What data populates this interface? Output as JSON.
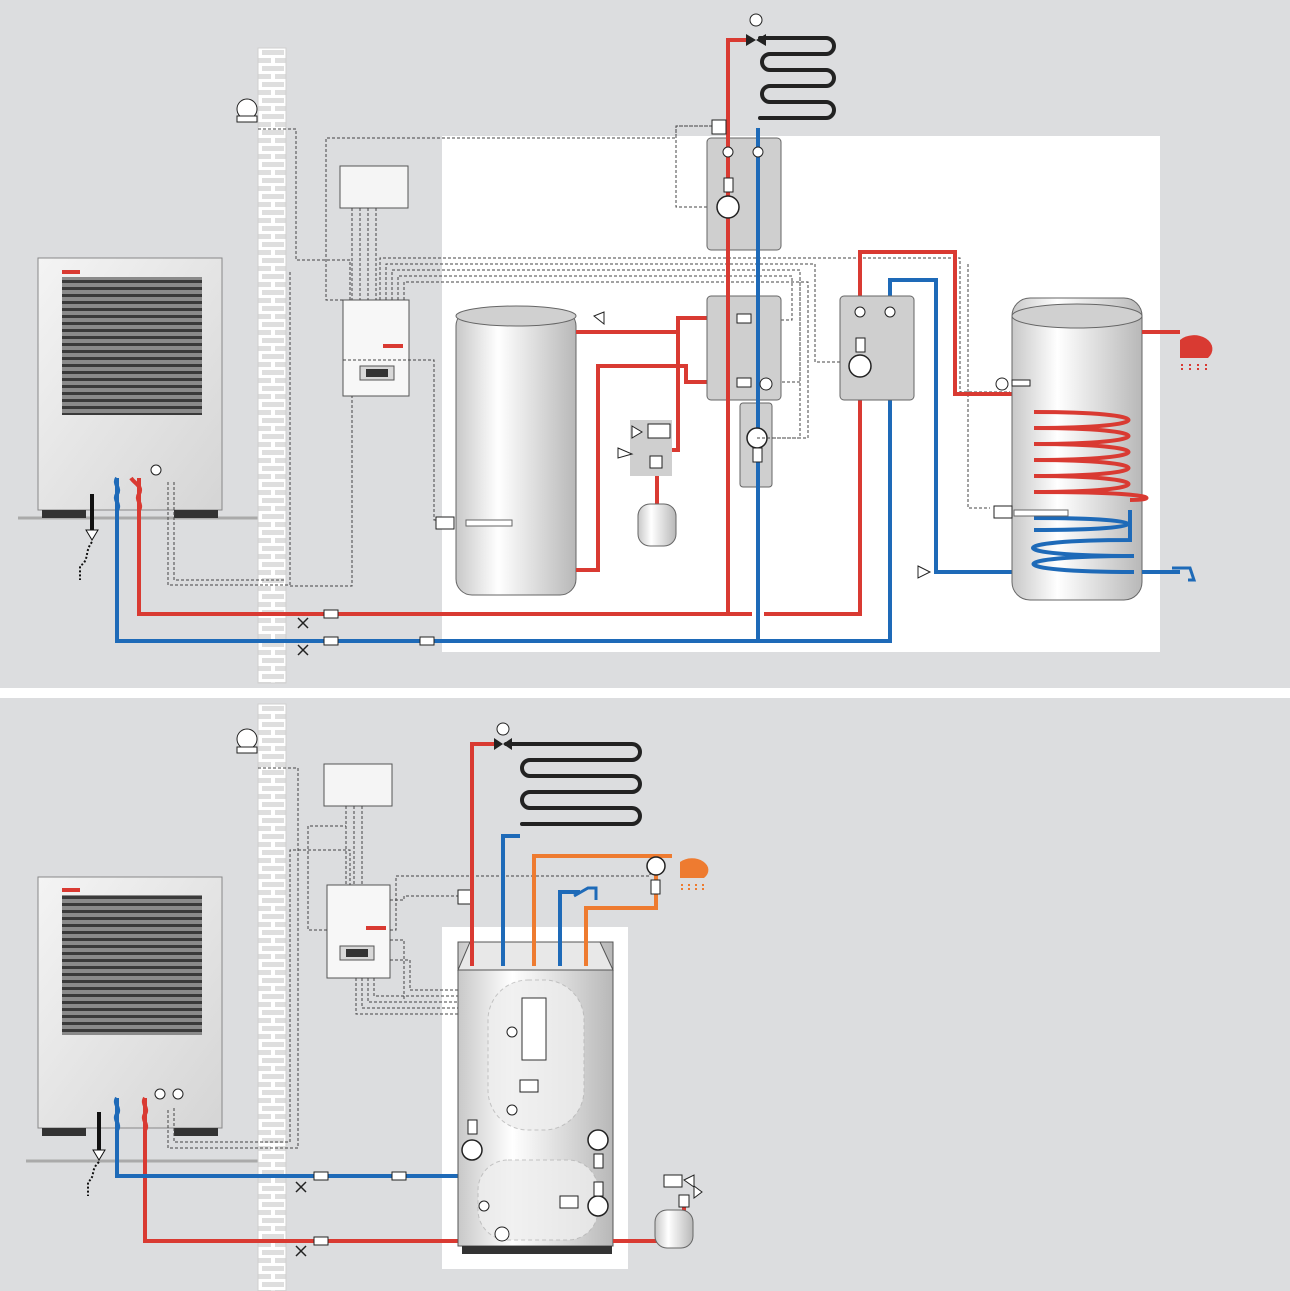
{
  "title": "",
  "colors": {
    "supply": "#d93a32",
    "return": "#1e6ab8",
    "hot_water": "#ee7b30",
    "floor_circuit": "#222222",
    "panel_bg": "#dcdddf",
    "highlight_bg": "#ffffff"
  },
  "diagrams": [
    {
      "name": "",
      "components": [
        "heat-pump",
        "wall",
        "controller",
        "buffer-tank",
        "dhw-tank",
        "pump-groups",
        "floor-heating-circuit",
        "expansion-vessel"
      ]
    },
    {
      "name": "",
      "components": [
        "heat-pump",
        "wall",
        "controller",
        "compact-tower-unit",
        "floor-heating-circuit",
        "expansion-vessel"
      ]
    }
  ]
}
